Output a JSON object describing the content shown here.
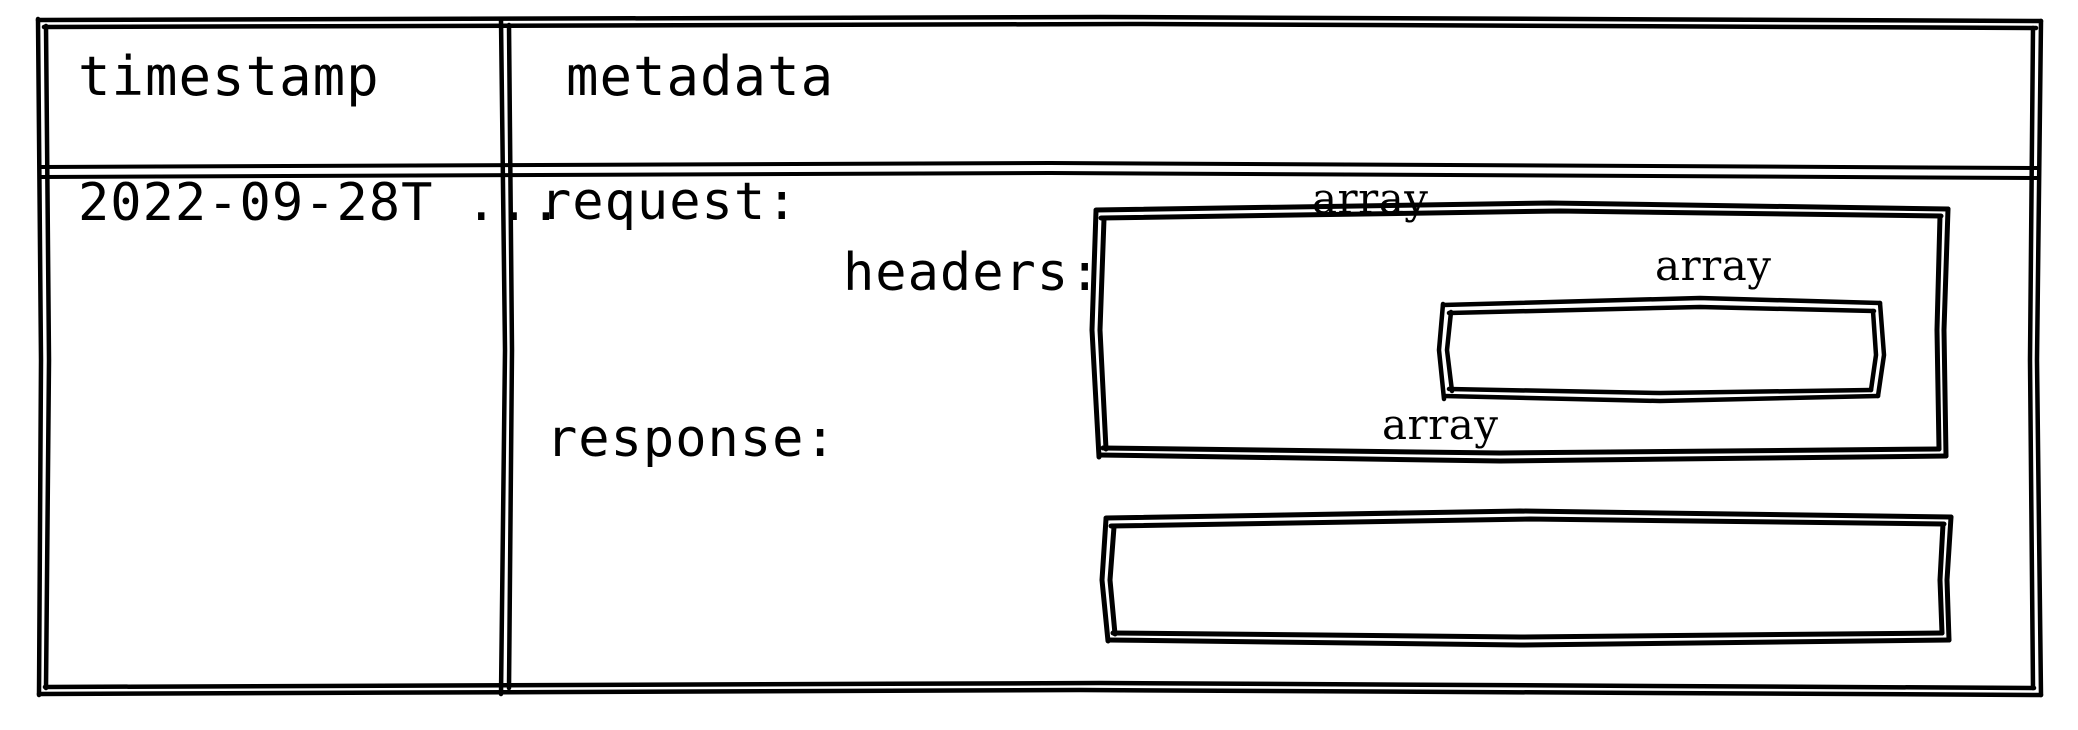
{
  "diagram": {
    "style": "hand-drawn-sketch",
    "stroke_color": "#000000",
    "background_color": "#ffffff",
    "type": "schema-table"
  },
  "table": {
    "columns": [
      {
        "key": "timestamp",
        "label": "timestamp"
      },
      {
        "key": "metadata",
        "label": "metadata"
      }
    ],
    "rows": [
      {
        "timestamp": "2022-09-28T ...",
        "metadata": {
          "fields": [
            {
              "label": "request:",
              "type": "array",
              "children": [
                {
                  "label": "headers:",
                  "type": "array"
                }
              ]
            },
            {
              "label": "response:",
              "type": "array",
              "children": []
            }
          ]
        }
      }
    ]
  },
  "labels": {
    "header_timestamp": "timestamp",
    "header_metadata": "metadata",
    "value_timestamp": "2022-09-28T ...",
    "field_request": "request:",
    "field_headers": "headers:",
    "field_response": "response:",
    "type_request": "array",
    "type_headers": "array",
    "type_response": "array"
  }
}
